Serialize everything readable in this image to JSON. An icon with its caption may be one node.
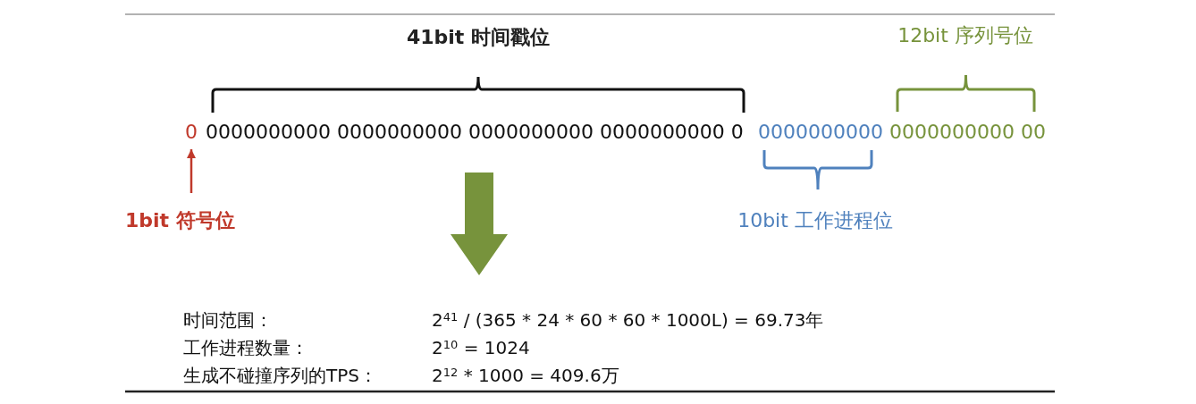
{
  "diagram": {
    "nodes": [
      {
        "text": [
          "0"
        ]
      },
      {
        "text": [
          "0000000000 0000000000 0000000000 0000000000 0"
        ]
      },
      {
        "text": [
          "0000000000"
        ]
      },
      {
        "text": [
          "0000000000 00"
        ]
      },
      {
        "text": [
          "1bit 符号位"
        ]
      },
      {
        "text": [
          "时间范围：",
          "2$^{41}$ / (365 * 24 * 60 * 60 * 1000L) = 69.73年",
          "工作进程数量：",
          "2$^{10}$ = 1024",
          "生成不碰撞序列的TPS：",
          "2$^{12}$ * 1000  = 409.6万"
        ]
      }
    ],
    "edges": [
      {
        "from": 4,
        "to": 0,
        "arrow": "to",
        "color": "#c0392b"
      },
      {
        "from": 1,
        "to": 5,
        "arrow": "to",
        "style": "thick",
        "color": "#77933c"
      }
    ],
    "labels": [
      "41bit 时间戳位",
      "12bit 序列号位",
      "10bit 工作进程位"
    ]
  }
}
